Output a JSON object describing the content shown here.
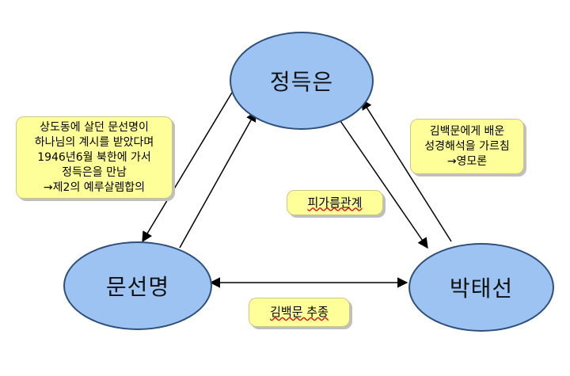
{
  "nodes": {
    "top": "정득은",
    "left": "문선명",
    "right": "박태선"
  },
  "notes": {
    "left": [
      "상도동에 살던 문선명이",
      "하나님의 계시를 받았다며",
      "1946년6월 북한에 가서",
      "정득은을 만남",
      "→제2의 예루살렘합의"
    ],
    "right": [
      "김백문에게 배운",
      "성경해석을 가르침",
      "→영모론"
    ],
    "center": "피가름관계",
    "bottom": "김백문 추종"
  },
  "colors": {
    "node_fill": "#9cc3f1",
    "node_border": "#2e4f7a",
    "note_fill": "#ffff99",
    "arrow": "#000000"
  }
}
